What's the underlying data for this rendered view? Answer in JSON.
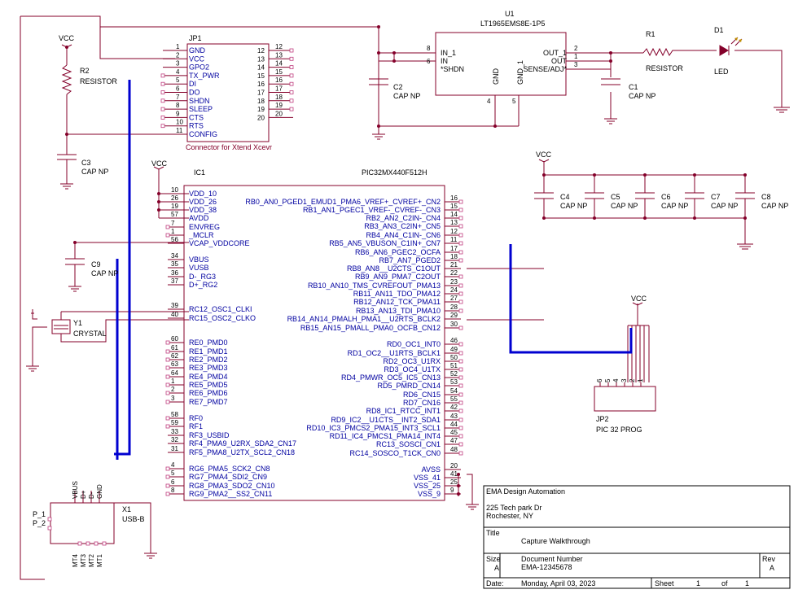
{
  "jp1": {
    "ref": "JP1",
    "value": "Connector for Xtend Xcevr",
    "left_pins": [
      "1",
      "2",
      "3",
      "4",
      "5",
      "6",
      "7",
      "8",
      "9",
      "10",
      "11"
    ],
    "left_names": [
      "GND",
      "VCC",
      "GPO2",
      "TX_PWR",
      "DI",
      "DO",
      "SHDN",
      "SLEEP",
      "CTS",
      "RTS",
      "CONFIG"
    ],
    "right_pins": [
      "12",
      "13",
      "14",
      "15",
      "16",
      "17",
      "18",
      "19",
      "20"
    ],
    "right_inner": [
      "12",
      "13",
      "14",
      "15",
      "16",
      "17",
      "18",
      "19",
      "20"
    ]
  },
  "u1": {
    "ref": "U1",
    "value": "LT1965EMS8E-1P5",
    "left_pins": [
      "8",
      "6"
    ],
    "left_names": [
      "IN_1",
      "IN",
      "*SHDN"
    ],
    "right_pins": [
      "2",
      "1",
      "3"
    ],
    "right_names": [
      "OUT_1",
      "OUT",
      "SENSE/ADJ*"
    ],
    "bottom_pins": [
      "4",
      "5"
    ],
    "bottom_names": [
      "GND",
      "GND_1"
    ]
  },
  "r1": {
    "ref": "R1",
    "value": "RESISTOR"
  },
  "r2": {
    "ref": "R2",
    "value": "RESISTOR"
  },
  "d1": {
    "ref": "D1",
    "value": "LED"
  },
  "c1": {
    "ref": "C1",
    "value": "CAP NP"
  },
  "c2": {
    "ref": "C2",
    "value": "CAP NP"
  },
  "c3": {
    "ref": "C3",
    "value": "CAP NP"
  },
  "c9": {
    "ref": "C9",
    "value": "CAP NP"
  },
  "caps_right": [
    {
      "ref": "C4",
      "value": "CAP NP"
    },
    {
      "ref": "C5",
      "value": "CAP NP"
    },
    {
      "ref": "C6",
      "value": "CAP NP"
    },
    {
      "ref": "C7",
      "value": "CAP NP"
    },
    {
      "ref": "C8",
      "value": "CAP NP"
    }
  ],
  "vcc_label": "VCC",
  "y1": {
    "ref": "Y1",
    "value": "CRYSTAL"
  },
  "jp2": {
    "ref": "JP2",
    "value": "PIC 32 PROG",
    "pins": [
      "6",
      "5",
      "4",
      "3",
      "2",
      "1"
    ]
  },
  "x1": {
    "ref": "X1",
    "value": "USB-B",
    "top": [
      "VBUS",
      "D+",
      "D-",
      "GND"
    ],
    "left": [
      "P_1",
      "P_2"
    ],
    "bottom": [
      "MT4",
      "MT3",
      "MT2",
      "MT1"
    ]
  },
  "ic1": {
    "ref": "IC1",
    "value": "PIC32MX440F512H",
    "left": [
      {
        "n": "10",
        "s": "VDD_10"
      },
      {
        "n": "26",
        "s": "VDD_26"
      },
      {
        "n": "19",
        "s": "VDD_38"
      },
      {
        "n": "57",
        "s": "AVDD"
      },
      {
        "n": "7",
        "s": "ENVREG"
      },
      {
        "n": "1",
        "s": "_MCLR"
      },
      {
        "n": "56",
        "s": "VCAP_VDDCORE"
      },
      {
        "n": "34",
        "s": "VBUS"
      },
      {
        "n": "35",
        "s": "VUSB"
      },
      {
        "n": "36",
        "s": "D-_RG3"
      },
      {
        "n": "37",
        "s": "D+_RG2"
      },
      {
        "n": "39",
        "s": "RC12_OSC1_CLKI"
      },
      {
        "n": "40",
        "s": "RC15_OSC2_CLKO"
      },
      {
        "n": "60",
        "s": "RE0_PMD0"
      },
      {
        "n": "61",
        "s": "RE1_PMD1"
      },
      {
        "n": "62",
        "s": "RE2_PMD2"
      },
      {
        "n": "63",
        "s": "RE3_PMD3"
      },
      {
        "n": "64",
        "s": "RE4_PMD4"
      },
      {
        "n": "1",
        "s": "RE5_PMD5"
      },
      {
        "n": "2",
        "s": "RE6_PMD6"
      },
      {
        "n": "3",
        "s": "RE7_PMD7"
      },
      {
        "n": "58",
        "s": "RF0"
      },
      {
        "n": "59",
        "s": "RF1"
      },
      {
        "n": "33",
        "s": "RF3_USBID"
      },
      {
        "n": "32",
        "s": "RF4_PMA9_U2RX_SDA2_CN17"
      },
      {
        "n": "31",
        "s": "RF5_PMA8_U2TX_SCL2_CN18"
      },
      {
        "n": "4",
        "s": "RG6_PMA5_SCK2_CN8"
      },
      {
        "n": "5",
        "s": "RG7_PMA4_SDI2_CN9"
      },
      {
        "n": "6",
        "s": "RG8_PMA3_SDO2_CN10"
      },
      {
        "n": "8",
        "s": "RG9_PMA2__SS2_CN11"
      }
    ],
    "right": [
      {
        "n": "16",
        "s": "RB0_AN0_PGED1_EMUD1_PMA6_VREF+_CVREF+_CN2"
      },
      {
        "n": "15",
        "s": "RB1_AN1_PGEC1_VREF-_CVREF-_CN3"
      },
      {
        "n": "14",
        "s": "RB2_AN2_C2IN-_CN4"
      },
      {
        "n": "13",
        "s": "RB3_AN3_C2IN+_CN5"
      },
      {
        "n": "12",
        "s": "RB4_AN4_C1IN-_CN6"
      },
      {
        "n": "11",
        "s": "RB5_AN5_VBUSON_C1IN+_CN7"
      },
      {
        "n": "17",
        "s": "RB6_AN6_PGEC2_OCFA"
      },
      {
        "n": "18",
        "s": "RB7_AN7_PGED2"
      },
      {
        "n": "21",
        "s": "RB8_AN8__U2CTS_C1OUT"
      },
      {
        "n": "22",
        "s": "RB9_AN9_PMA7_C2OUT"
      },
      {
        "n": "23",
        "s": "RB10_AN10_TMS_CVREFOUT_PMA13"
      },
      {
        "n": "24",
        "s": "RB11_AN11_TDO_PMA12"
      },
      {
        "n": "27",
        "s": "RB12_AN12_TCK_PMA11"
      },
      {
        "n": "28",
        "s": "RB13_AN13_TDI_PMA10"
      },
      {
        "n": "29",
        "s": "RB14_AN14_PMALH_PMA1__U2RTS_BCLK2"
      },
      {
        "n": "30",
        "s": "RB15_AN15_PMALL_PMA0_OCFB_CN12"
      },
      {
        "n": "46",
        "s": "RD0_OC1_INT0"
      },
      {
        "n": "49",
        "s": "RD1_OC2__U1RTS_BCLK1"
      },
      {
        "n": "50",
        "s": "RD2_OC3_U1RX"
      },
      {
        "n": "51",
        "s": "RD3_OC4_U1TX"
      },
      {
        "n": "52",
        "s": "RD4_PMWR_OC5_IC5_CN13"
      },
      {
        "n": "53",
        "s": "RD5_PMRD_CN14"
      },
      {
        "n": "54",
        "s": "RD6_CN15"
      },
      {
        "n": "55",
        "s": "RD7_CN16"
      },
      {
        "n": "42",
        "s": "RD8_IC1_RTCC_INT1"
      },
      {
        "n": "43",
        "s": "RD9_IC2__U1CTS__INT2_SDA1"
      },
      {
        "n": "44",
        "s": "RD10_IC3_PMCS2_PMA15_INT3_SCL1"
      },
      {
        "n": "45",
        "s": "RD11_IC4_PMCS1_PMA14_INT4"
      },
      {
        "n": "47",
        "s": "RC13_SOSCI_CN1"
      },
      {
        "n": "48",
        "s": "RC14_SOSCO_T1CK_CN0"
      },
      {
        "n": "20",
        "s": "AVSS"
      },
      {
        "n": "41",
        "s": "VSS_41"
      },
      {
        "n": "25",
        "s": "VSS_25"
      },
      {
        "n": "9",
        "s": "VSS_9"
      }
    ]
  },
  "titleblock": {
    "company": "EMA Design Automation",
    "addr1": "225 Tech park Dr",
    "addr2": "Rochester, NY",
    "title_label": "Title",
    "title": "Capture Walkthrough",
    "size_label": "Size",
    "size": "A",
    "docnum_label": "Document Number",
    "docnum": "EMA-12345678",
    "rev_label": "Rev",
    "rev": "A",
    "date_label": "Date:",
    "date": "Monday, April 03, 2023",
    "sheet_label": "Sheet",
    "sheet": "1",
    "of_label": "of",
    "sheets": "1"
  }
}
